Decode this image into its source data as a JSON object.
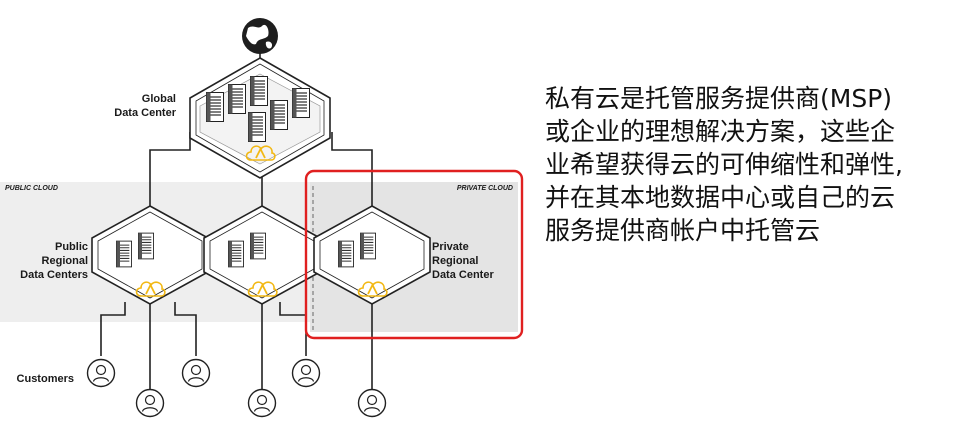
{
  "labels": {
    "global": [
      "Global",
      "Data Center"
    ],
    "public_zone": "PUBLIC CLOUD",
    "private_zone": "PRIVATE CLOUD",
    "public_dc": [
      "Public",
      "Regional",
      "Data Centers"
    ],
    "private_dc": [
      "Private",
      "Regional",
      "Data Center"
    ],
    "customers": "Customers"
  },
  "caption_lines": [
    "私有云是托管服务提供商(MSP)",
    "或企业的理想解决方案，这些企",
    "业希望获得云的可伸缩性和弹性,",
    "并在其本地数据中心或自己的云",
    "服务提供商帐户中托管云"
  ],
  "colors": {
    "highlight": "#e02020",
    "zone_bg": "#eeeeee",
    "private_bg": "#e4e4e4",
    "icon_cloud": "#f2b814"
  }
}
